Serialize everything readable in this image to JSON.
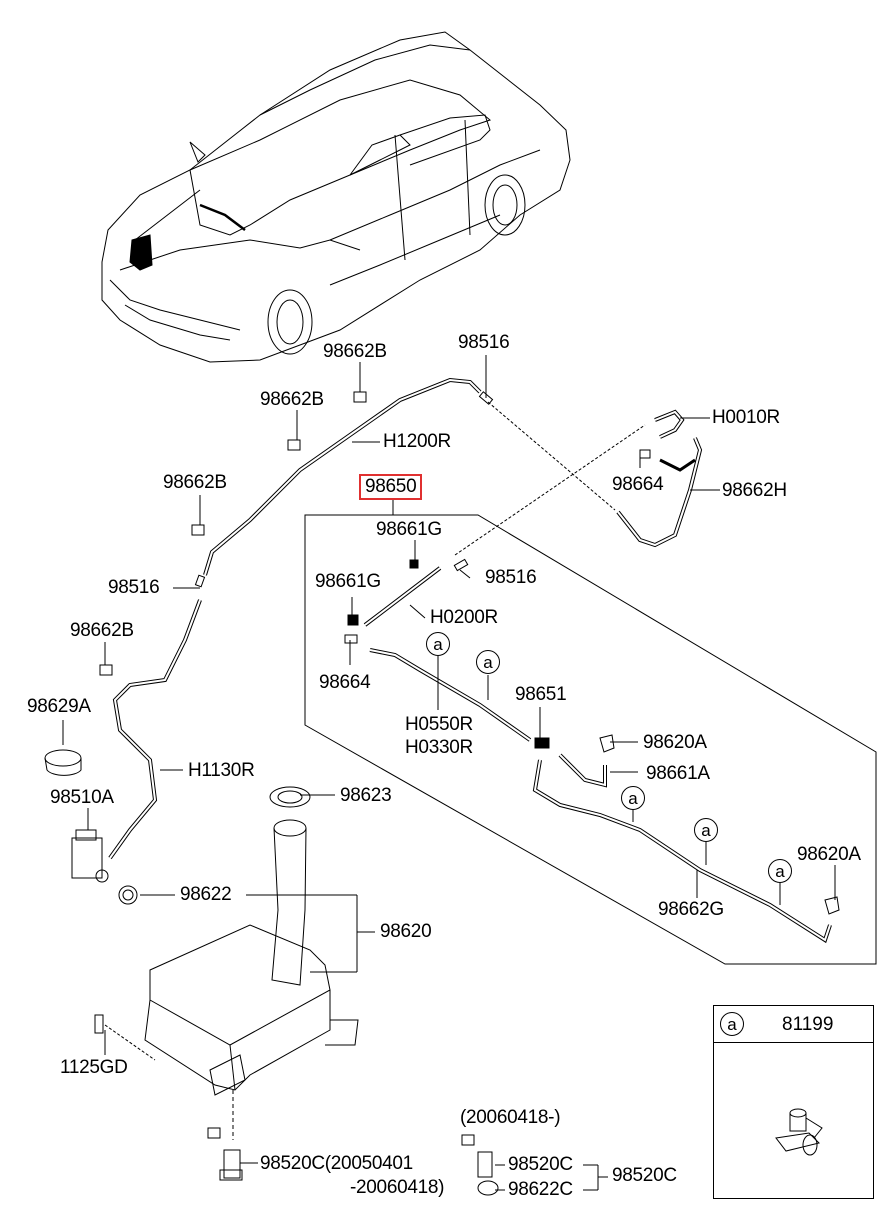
{
  "diagram": {
    "title": "Windshield Washer System",
    "highlight_color": "#e03030",
    "assembly_label": "98650",
    "callouts": [
      {
        "id": "98662B-a",
        "text": "98662B"
      },
      {
        "id": "98516-a",
        "text": "98516"
      },
      {
        "id": "98662B-b",
        "text": "98662B"
      },
      {
        "id": "H1200R",
        "text": "H1200R"
      },
      {
        "id": "H0010R",
        "text": "H0010R"
      },
      {
        "id": "98662B-c",
        "text": "98662B"
      },
      {
        "id": "98664-a",
        "text": "98664"
      },
      {
        "id": "98662H",
        "text": "98662H"
      },
      {
        "id": "98661G-a",
        "text": "98661G"
      },
      {
        "id": "98516-b",
        "text": "98516"
      },
      {
        "id": "98516-c",
        "text": "98516"
      },
      {
        "id": "98661G-b",
        "text": "98661G"
      },
      {
        "id": "H0200R",
        "text": "H0200R"
      },
      {
        "id": "98662B-d",
        "text": "98662B"
      },
      {
        "id": "98664-b",
        "text": "98664"
      },
      {
        "id": "98651",
        "text": "98651"
      },
      {
        "id": "98629A",
        "text": "98629A"
      },
      {
        "id": "H0550R",
        "text": "H0550R"
      },
      {
        "id": "H0330R",
        "text": "H0330R"
      },
      {
        "id": "98620A-a",
        "text": "98620A"
      },
      {
        "id": "98661A",
        "text": "98661A"
      },
      {
        "id": "H1130R",
        "text": "H1130R"
      },
      {
        "id": "98623",
        "text": "98623"
      },
      {
        "id": "98510A",
        "text": "98510A"
      },
      {
        "id": "98620A-b",
        "text": "98620A"
      },
      {
        "id": "98622",
        "text": "98622"
      },
      {
        "id": "98662G",
        "text": "98662G"
      },
      {
        "id": "98620",
        "text": "98620"
      },
      {
        "id": "1125GD",
        "text": "1125GD"
      },
      {
        "id": "date-new",
        "text": "(20060418-)"
      },
      {
        "id": "98520C-a",
        "text": "98520C(20050401"
      },
      {
        "id": "date-old",
        "text": "-20060418)"
      },
      {
        "id": "98520C-b",
        "text": "98520C"
      },
      {
        "id": "98622C",
        "text": "98622C"
      },
      {
        "id": "98520C-c",
        "text": "98520C"
      }
    ],
    "ref_bubble_letter": "a",
    "legend": {
      "letter": "a",
      "part_number": "81199"
    }
  }
}
